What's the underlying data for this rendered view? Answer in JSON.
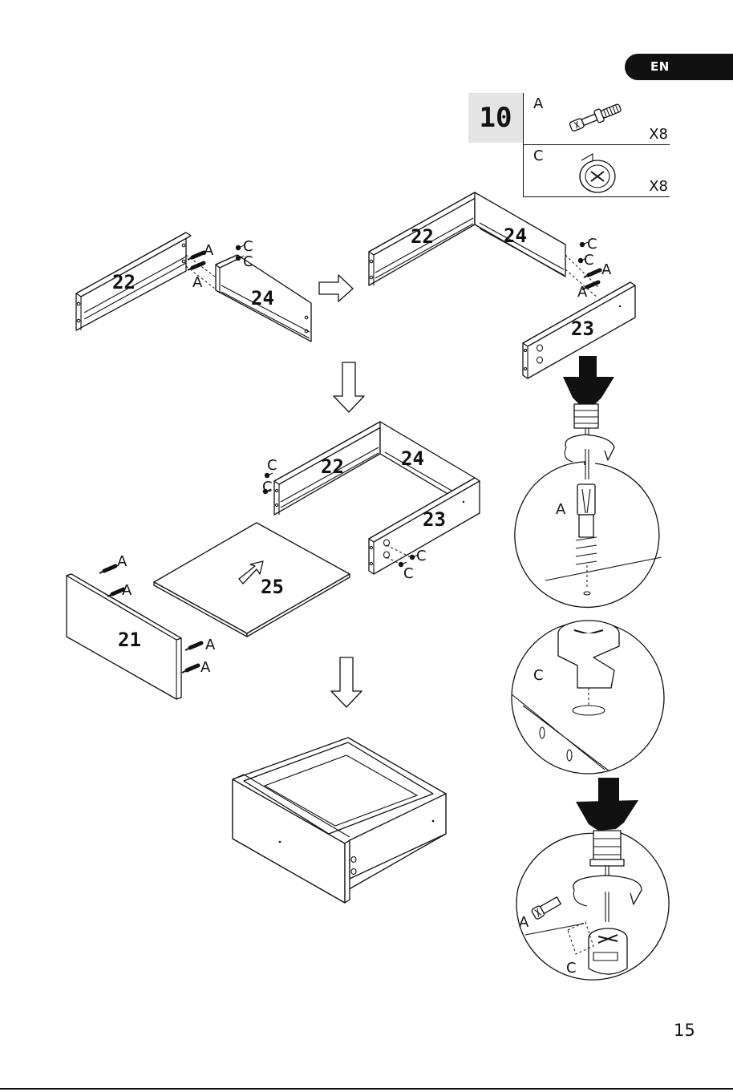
{
  "language_tab": "EN",
  "step_number": "10",
  "parts": [
    {
      "letter": "A",
      "quantity": "X8",
      "icon": "cam-bolt-icon"
    },
    {
      "letter": "C",
      "quantity": "X8",
      "icon": "cam-lock-icon"
    }
  ],
  "panel_numbers": {
    "p22": "22",
    "p24": "24",
    "p23": "23",
    "p25": "25",
    "p21": "21"
  },
  "hardware_letters": {
    "bolt": "A",
    "cam": "C"
  },
  "page_number": "15",
  "colors": {
    "ink": "#111111",
    "step_box_bg": "#e4e4e4",
    "tab_bg": "#111111",
    "tab_text": "#ffffff"
  }
}
